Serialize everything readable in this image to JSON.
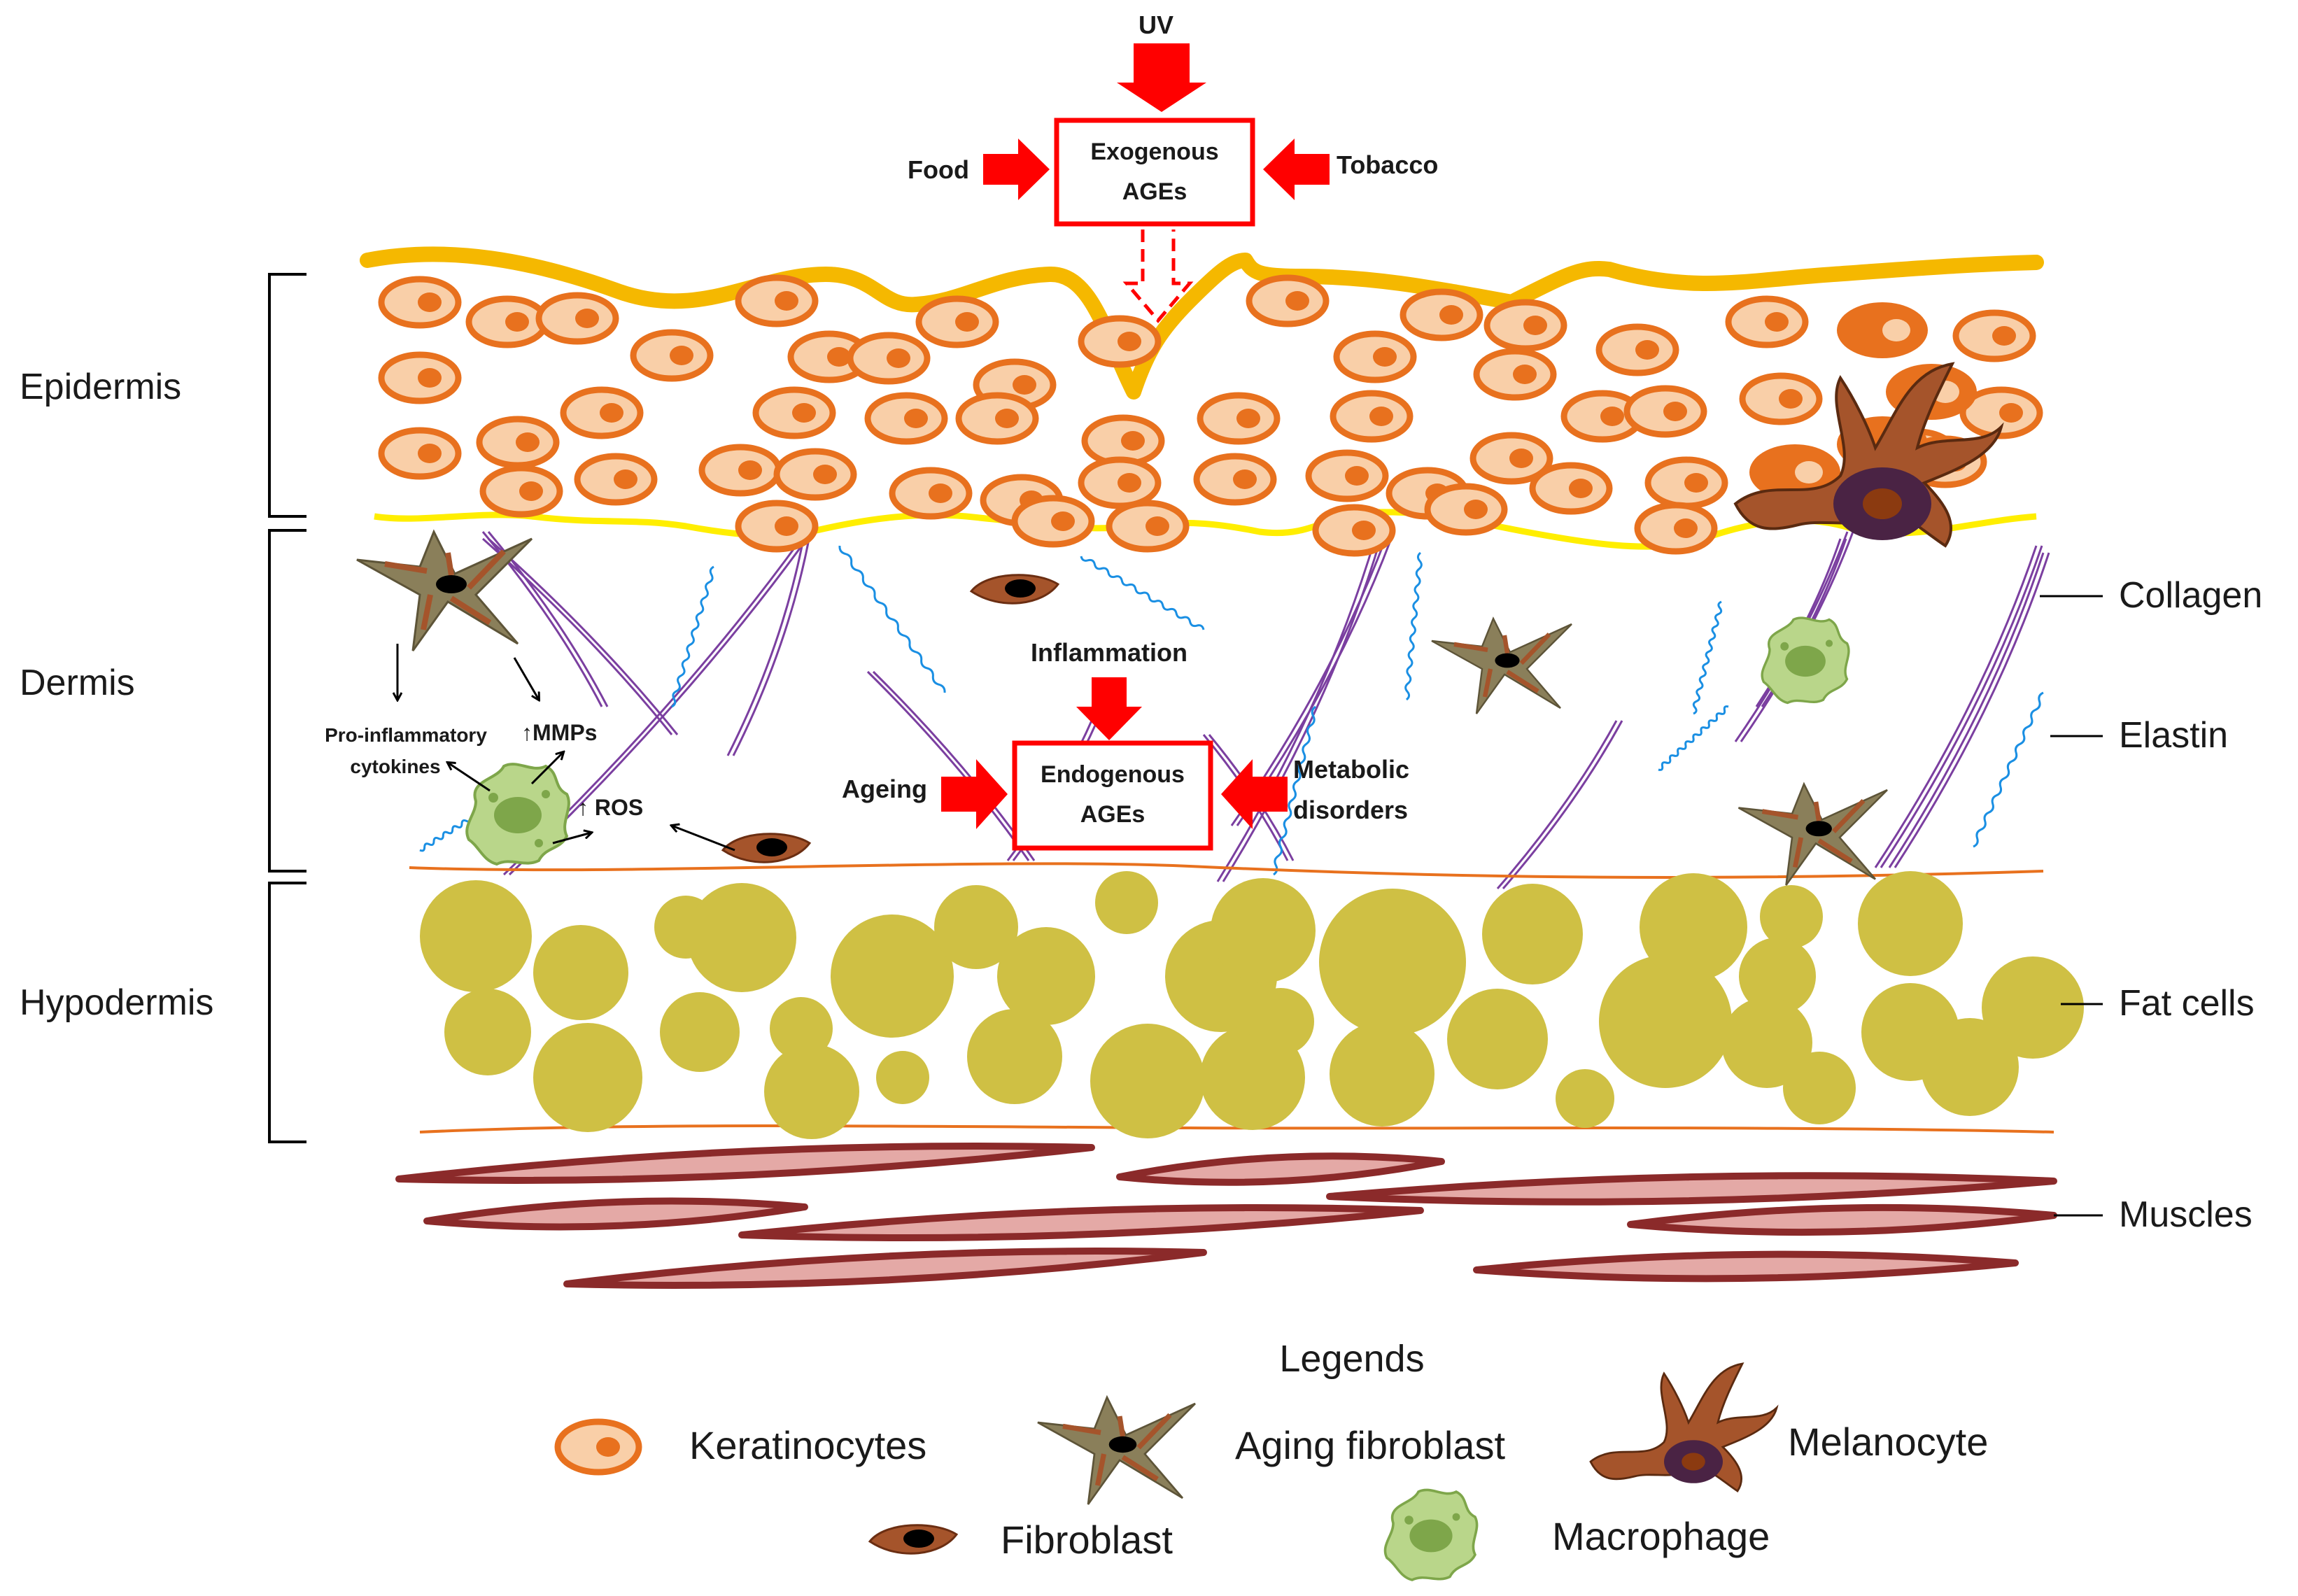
{
  "colors": {
    "arrow_red": "#ff0000",
    "epidermis_line": "#f5b800",
    "dermis_border": "#ffee00",
    "keratinocyte_fill": "#f9cfa8",
    "keratinocyte_stroke": "#e8711e",
    "keratinocyte_nucleus": "#e8711e",
    "fat_cell": "#cfc044",
    "collagen": "#7b3fa0",
    "elastin": "#1a8fe3",
    "muscle_fill": "#e4a9a6",
    "muscle_stroke": "#8b2a2a",
    "aging_fibroblast": "#8a7f5a",
    "fibroblast": "#a5542b",
    "melanocyte": "#a5542b",
    "macrophage": "#9cc46b",
    "boundary_line": "#e8711e"
  },
  "sources": {
    "uv": "UV",
    "food": "Food",
    "tobacco": "Tobacco",
    "exogenous_line1": "Exogenous",
    "exogenous_line2": "AGEs"
  },
  "endogenous": {
    "inflammation": "Inflammation",
    "ageing": "Ageing",
    "metabolic_line1": "Metabolic",
    "metabolic_line2": "disorders",
    "box_line1": "Endogenous",
    "box_line2": "AGEs"
  },
  "macrophage_effects": {
    "cytokines_line1": "Pro-inflammatory",
    "cytokines_line2": "cytokines",
    "mmps": "↑MMPs",
    "ros": "↑ ROS"
  },
  "layers": {
    "epidermis": "Epidermis",
    "dermis": "Dermis",
    "hypodermis": "Hypodermis"
  },
  "structures": {
    "collagen": "Collagen",
    "elastin": "Elastin",
    "fat_cells": "Fat cells",
    "muscles": "Muscles"
  },
  "legend": {
    "title": "Legends",
    "keratinocytes": "Keratinocytes",
    "aging_fibroblast": "Aging fibroblast",
    "melanocyte": "Melanocyte",
    "fibroblast": "Fibroblast",
    "macrophage": "Macrophage"
  }
}
